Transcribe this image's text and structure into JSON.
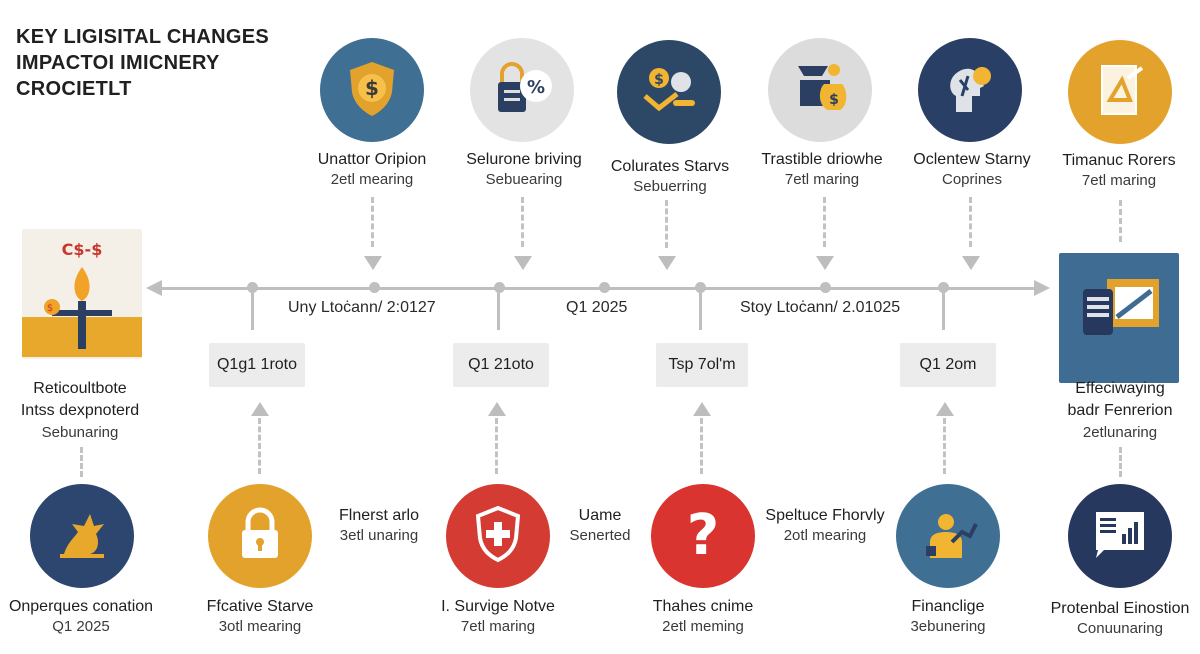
{
  "title": {
    "line1": "KEY LIGISITAL CHANGES",
    "line2": "IMPACTOI IMICNERY",
    "line3": "CROCIETLT"
  },
  "axis": {
    "label_left": "Uny Ltoċann/ 2:0127",
    "label_mid": "Q1 2025",
    "label_right": "Stoy Ltoċann/ 2.01025"
  },
  "top_items": [
    {
      "name": "Unattor Oripion",
      "sub": "2etl mearing",
      "icon": "shield-dollar-icon",
      "color": "#3f6f93"
    },
    {
      "name": "Selurone briving",
      "sub": "Sebuearing",
      "icon": "lock-percent-icon",
      "color": "#e3e3e3"
    },
    {
      "name": "Colurates Starvs",
      "sub": "Sebuerring",
      "icon": "coins-magnifier-icon",
      "color": "#2d4767"
    },
    {
      "name": "Trastible driowhe",
      "sub": "7etl maring",
      "icon": "money-bag-icon",
      "color": "#dcdcdc"
    },
    {
      "name": "Oclentew Starny",
      "sub": "Coprines",
      "icon": "head-profile-icon",
      "color": "#2a3f66"
    },
    {
      "name": "Timanuc Rorers",
      "sub": "7etl maring",
      "icon": "document-triangle-icon",
      "color": "#e2a22b"
    }
  ],
  "date_boxes": [
    "Q1g1 1roto",
    "Q1 21oto",
    "Tsp 7ol'm",
    "Q1 2om"
  ],
  "left_panel": {
    "name": "Reticoultbote",
    "name2": "Intss dexpnoterd",
    "sub": "Sebunaring",
    "icon": "gas-pipe-icon"
  },
  "right_panel": {
    "name": "Effeciwaying",
    "name2": "badr Fenrerion",
    "sub": "2etlunaring",
    "icon": "laptop-window-icon"
  },
  "bottom_items": [
    {
      "name": "Onperques conation",
      "sub": "Q1 2025",
      "icon": "dragon-icon",
      "color": "#2c4670"
    },
    {
      "name": "Ffcative Starve",
      "sub": "3otl mearing",
      "side_name": "Flnerst arlo",
      "side_sub": "3etl unaring",
      "icon": "lock-icon",
      "color": "#e2a22b"
    },
    {
      "name": "I. Survige Notve",
      "sub": "7etl maring",
      "side_name": "Uame",
      "side_sub": "Senerted",
      "icon": "medical-shield-icon",
      "color": "#d33b33"
    },
    {
      "name": "Thahes cnime",
      "sub": "2etl meming",
      "side_name": "Speltuce Fhorvly",
      "side_sub": "2otl mearing",
      "icon": "question-mark-icon",
      "color": "#d9342f"
    },
    {
      "name": "Financlige",
      "sub": "3ebunering",
      "icon": "worker-growth-icon",
      "color": "#3f6f93"
    },
    {
      "name": "Protenbal Einostion",
      "sub": "Conuunaring",
      "icon": "report-chart-icon",
      "color": "#26385d"
    }
  ]
}
